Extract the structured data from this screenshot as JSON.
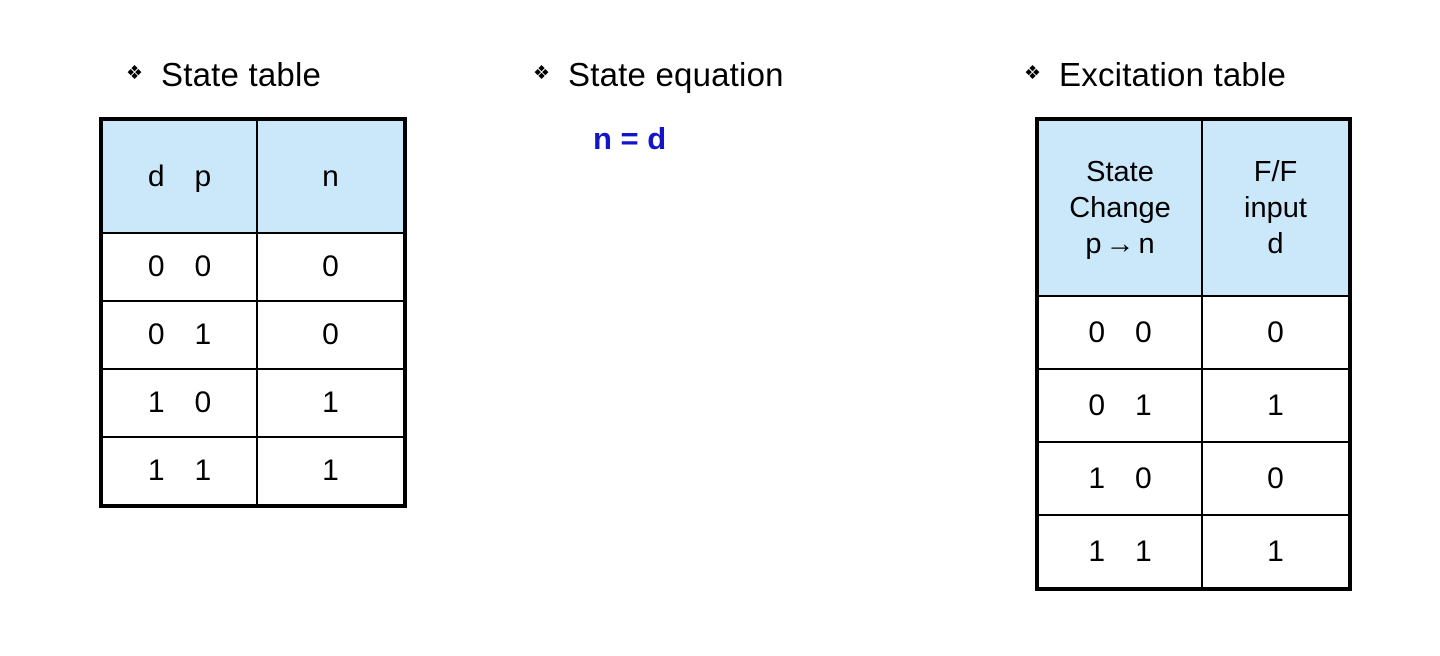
{
  "slide": {
    "background_color": "#ffffff",
    "bullet_glyph": "❖",
    "header_fill_color": "#cbe8fa",
    "border_color": "#000000",
    "equation_color": "#1414c8"
  },
  "state_table_section": {
    "heading": "State table",
    "table": {
      "headers": [
        "d   p",
        "n"
      ],
      "header_cells": [
        {
          "left": "d",
          "right": "p"
        },
        {
          "text": "n"
        }
      ],
      "rows": [
        {
          "inputs": [
            "0",
            "0"
          ],
          "output": "0"
        },
        {
          "inputs": [
            "0",
            "1"
          ],
          "output": "0"
        },
        {
          "inputs": [
            "1",
            "0"
          ],
          "output": "1"
        },
        {
          "inputs": [
            "1",
            "1"
          ],
          "output": "1"
        }
      ]
    }
  },
  "state_equation_section": {
    "heading": "State equation",
    "equation": "n = d"
  },
  "excitation_table_section": {
    "heading": "Excitation table",
    "table": {
      "header_left": {
        "line1": "State",
        "line2": "Change",
        "line3_from": "p",
        "line3_arrow": "→",
        "line3_to": "n"
      },
      "header_right": {
        "line1": "F/F",
        "line2": "input",
        "line3": "d"
      },
      "rows": [
        {
          "change": [
            "0",
            "0"
          ],
          "input": "0"
        },
        {
          "change": [
            "0",
            "1"
          ],
          "input": "1"
        },
        {
          "change": [
            "1",
            "0"
          ],
          "input": "0"
        },
        {
          "change": [
            "1",
            "1"
          ],
          "input": "1"
        }
      ]
    }
  }
}
